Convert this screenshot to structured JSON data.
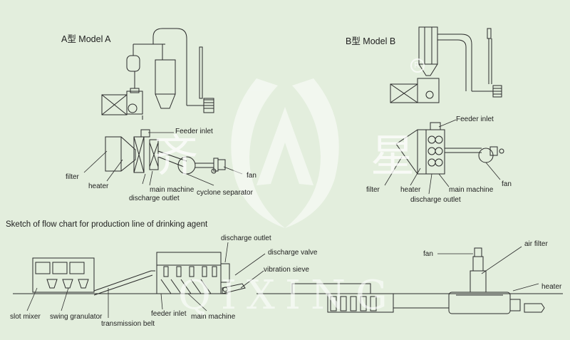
{
  "model_a": {
    "title": "A型 Model A",
    "feeder_inlet": "Feeder inlet",
    "filter": "filter",
    "heater": "heater",
    "main_machine": "main machine",
    "discharge_outlet": "discharge outlet",
    "cyclone_separator": "cyclone separator",
    "fan": "fan"
  },
  "model_b": {
    "title": "B型 Model B",
    "feeder_inlet": "Feeder inlet",
    "filter": "filter",
    "heater": "heater",
    "main_machine": "main machine",
    "discharge_outlet": "discharge outlet",
    "fan": "fan"
  },
  "flow_chart": {
    "title": "Sketch of flow chart for production line of drinking agent",
    "discharge_outlet": "discharge outlet",
    "discharge_valve": "discharge valve",
    "vibration_sieve": "vibration sieve",
    "slot_mixer": "slot mixer",
    "swing_granulator": "swing granulator",
    "transmission_belt": "transmission belt",
    "feeder_inlet": "feeder inlet",
    "main_machine": "main machine",
    "fan": "fan",
    "air_filter": "air filter",
    "heater": "heater"
  },
  "watermark": {
    "brand": "QIXING",
    "char_left": "齐",
    "char_right": "星",
    "trademark": "R"
  }
}
